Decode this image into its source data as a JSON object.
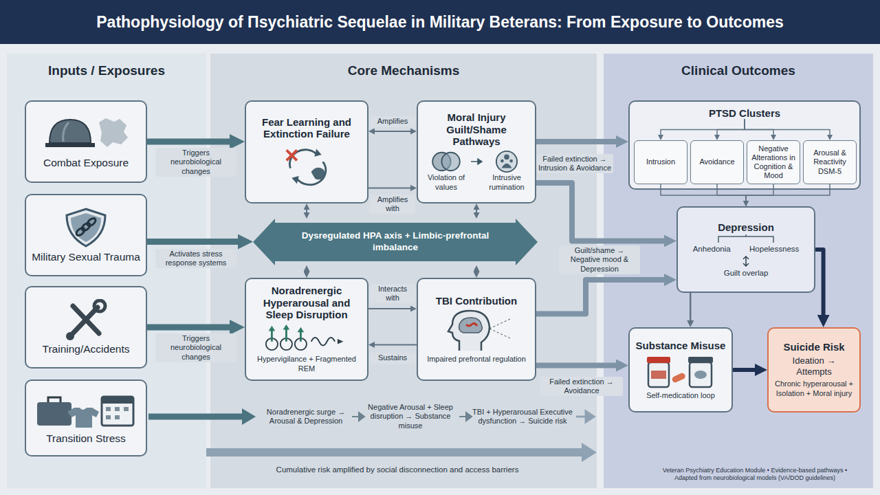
{
  "diagram": {
    "title": "Pathophysiology of Πsychiatric Sequelae in Military Beterans: From Exposure to Outcomes",
    "nodes": [
      {
        "text": [
          "Inputs / Exposures"
        ]
      },
      {
        "text": [
          "Combat Exposure"
        ],
        "in": 0
      },
      {
        "text": [
          "Military Sexual Trauma"
        ],
        "in": 0
      },
      {
        "text": [
          "Training/Accidents"
        ],
        "in": 0
      },
      {
        "text": [
          "Transition Stress"
        ],
        "in": 0
      },
      {
        "text": [
          "Core Mechanisms"
        ]
      },
      {
        "text": [
          "Fear Learning and Extinction Failure"
        ],
        "in": 5
      },
      {
        "text": [
          "Moral Injury Guilt/Shame Pathways",
          "Violation of values",
          "Intrusive rumination"
        ],
        "in": 5
      },
      {
        "text": [
          "Dysregulated HPA axis + Limbic-prefrontal imbalance"
        ],
        "in": 5
      },
      {
        "text": [
          "Noradrenergic Hyperarousal and Sleep Disruption",
          "Hypervigilance + Fragmented REM"
        ],
        "in": 5
      },
      {
        "text": [
          "TBI Contribution",
          "Impaired prefrontal regulation"
        ],
        "in": 5
      },
      {
        "text": [
          "Clinical Outcomes"
        ]
      },
      {
        "text": [
          "PTSD Clusters"
        ],
        "in": 11
      },
      {
        "text": [
          "Intrusion"
        ],
        "in": 12
      },
      {
        "text": [
          "Avoidance"
        ],
        "in": 12
      },
      {
        "text": [
          "Negative Alterations in Cognition & Mood"
        ],
        "in": 12
      },
      {
        "text": [
          "Arousal & Reactivity DSM-5"
        ],
        "in": 12
      },
      {
        "text": [
          "Depression",
          "Anhedonia",
          "Hopelessness",
          "Guilt overlap"
        ],
        "in": 11
      },
      {
        "text": [
          "Substance Misuse",
          "Self-medication loop"
        ],
        "in": 11
      },
      {
        "text": [
          "Suicide Risk",
          "Ideation → Attempts",
          "Chronic hyperarousal + Isolation + Moral injury"
        ],
        "in": 11
      }
    ],
    "edges": [
      {
        "from": 1,
        "to": 6,
        "arrow": "to",
        "label": "Triggers neurobiological changes"
      },
      {
        "from": 2,
        "to": 8,
        "arrow": "to",
        "label": "Activates stress response systems"
      },
      {
        "from": 3,
        "to": 9,
        "arrow": "to",
        "label": "Triggers neurobiological changes"
      },
      {
        "from": 6,
        "to": 7,
        "arrow": "both",
        "label": "Amplifies"
      },
      {
        "from": 6,
        "to": 7,
        "arrow": "to",
        "label": "Amplifies with"
      },
      {
        "from": 6,
        "to": 8,
        "arrow": "both"
      },
      {
        "from": 7,
        "to": 8,
        "arrow": "both"
      },
      {
        "from": 9,
        "to": 8,
        "arrow": "both"
      },
      {
        "from": 10,
        "to": 8,
        "arrow": "both"
      },
      {
        "from": 9,
        "to": 10,
        "arrow": "to",
        "label": "Interacts with"
      },
      {
        "from": 10,
        "to": 9,
        "arrow": "to",
        "label": "Sustains"
      },
      {
        "from": 7,
        "to": 12,
        "arrow": "to",
        "label": "Failed extinction → Intrusion & Avoidance"
      },
      {
        "from": 7,
        "to": 17,
        "arrow": "to",
        "label": "Guilt/shame → Negative mood & Depression"
      },
      {
        "from": 10,
        "to": 17,
        "arrow": "to"
      },
      {
        "from": 10,
        "to": 18,
        "arrow": "to",
        "label": "Failed extinction → Avoidance"
      },
      {
        "from": 12,
        "to": 13,
        "arrow": "to"
      },
      {
        "from": 12,
        "to": 14,
        "arrow": "to"
      },
      {
        "from": 12,
        "to": 15,
        "arrow": "to"
      },
      {
        "from": 12,
        "to": 16,
        "arrow": "to"
      },
      {
        "from": 13,
        "to": 17,
        "arrow": "to"
      },
      {
        "from": 14,
        "to": 17,
        "arrow": "to"
      },
      {
        "from": 15,
        "to": 17,
        "arrow": "to"
      },
      {
        "from": 16,
        "to": 17,
        "arrow": "to"
      },
      {
        "from": 17,
        "to": 18,
        "arrow": "to"
      },
      {
        "from": 17,
        "to": 19,
        "arrow": "to"
      },
      {
        "from": 18,
        "to": 19,
        "arrow": "to"
      }
    ],
    "labels": [
      "Noradrenergic surge → Arousal & Depression",
      "Negative Arousal + Sleep disruption → Substance misuse",
      "TBI + Hyperarousal Executive dysfunction → Suicide risk",
      "Cumulative risk amplified by social disconnection and access barriers",
      "Veteran Psychiatry Education Module • Evidence-based pathways • Adapted from neurobiological models (VA/DOD guidelines)"
    ]
  }
}
